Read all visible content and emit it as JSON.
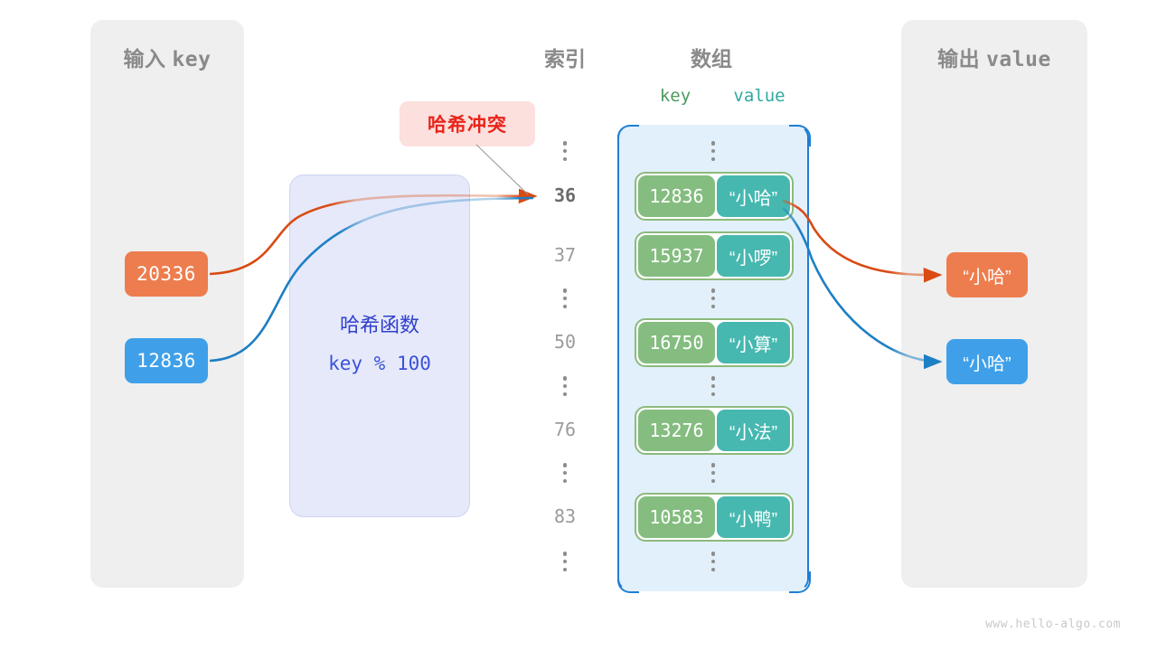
{
  "watermark": "www.hello-algo.com",
  "input_panel": {
    "title_cn": "输入",
    "title_mono": "key",
    "keys": [
      {
        "label": "20336",
        "color": "#ed7d4e"
      },
      {
        "label": "12836",
        "color": "#3fa0e9"
      }
    ]
  },
  "hash_function": {
    "title": "哈希函数",
    "formula": "key % 100"
  },
  "collision": {
    "label": "哈希冲突",
    "text_color": "#e8251b",
    "bg_color": "#fbe0de"
  },
  "columns": {
    "index_heading": "索引",
    "array_heading": "数组",
    "key_heading": "key",
    "value_heading": "value"
  },
  "array": {
    "rows": [
      {
        "type": "dots"
      },
      {
        "type": "entry",
        "index": "36",
        "highlight": true,
        "key": "12836",
        "value": "“小哈”"
      },
      {
        "type": "entry",
        "index": "37",
        "highlight": false,
        "key": "15937",
        "value": "“小啰”"
      },
      {
        "type": "dots"
      },
      {
        "type": "entry",
        "index": "50",
        "highlight": false,
        "key": "16750",
        "value": "“小算”"
      },
      {
        "type": "dots"
      },
      {
        "type": "entry",
        "index": "76",
        "highlight": false,
        "key": "13276",
        "value": "“小法”"
      },
      {
        "type": "dots"
      },
      {
        "type": "entry",
        "index": "83",
        "highlight": false,
        "key": "10583",
        "value": "“小鸭”"
      },
      {
        "type": "dots"
      }
    ]
  },
  "output_panel": {
    "title_cn": "输出",
    "title_mono": "value",
    "values": [
      {
        "label": "“小哈”",
        "color": "#ed7d4e"
      },
      {
        "label": "“小哈”",
        "color": "#3fa0e9"
      }
    ]
  },
  "colors": {
    "panel_bg": "#efefef",
    "array_bg": "#e2f0fb",
    "array_border": "#1e7fd4",
    "key_cell": "#84bd7f",
    "key_cell_border": "#8cba7c",
    "value_cell": "#46b8b0",
    "hash_bg": "#e6e9fa",
    "hash_text": "#2f3fcd",
    "orange": "#d94b13",
    "blue": "#1d7fc4",
    "heading_gray": "#8a8a8a"
  }
}
